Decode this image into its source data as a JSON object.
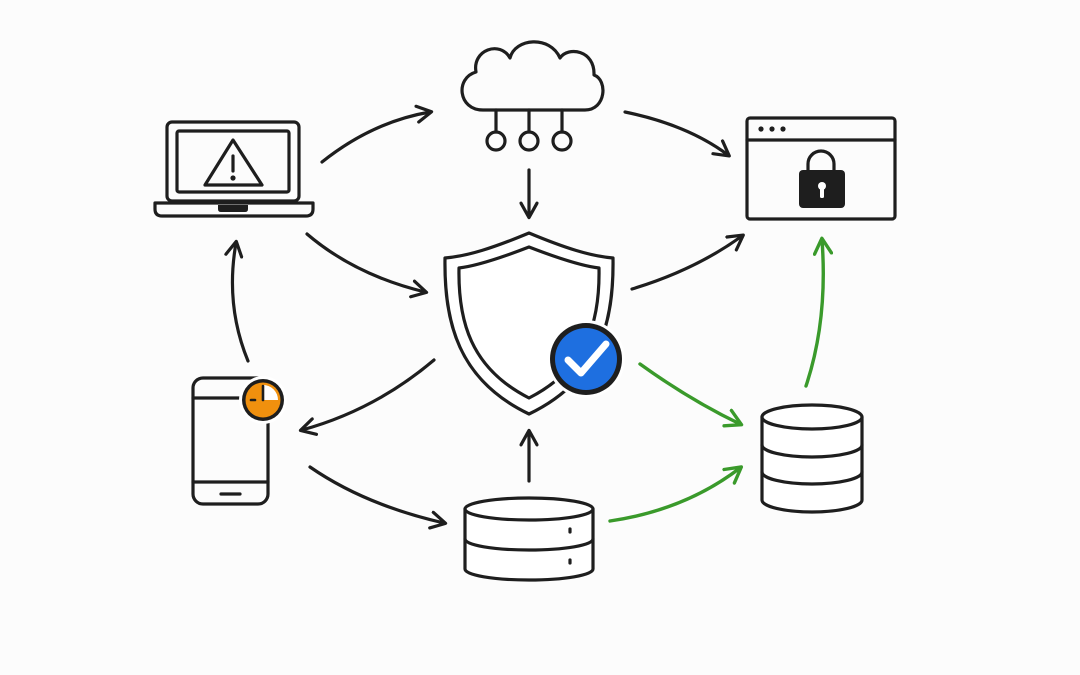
{
  "diagram": {
    "nodes": [
      {
        "id": "laptop",
        "icon": "laptop-warning-icon"
      },
      {
        "id": "cloud",
        "icon": "cloud-network-icon"
      },
      {
        "id": "browser",
        "icon": "browser-lock-icon"
      },
      {
        "id": "shield",
        "icon": "shield-check-icon"
      },
      {
        "id": "phone",
        "icon": "phone-clock-icon"
      },
      {
        "id": "database-bottom",
        "icon": "database-icon"
      },
      {
        "id": "database-right",
        "icon": "database-icon"
      }
    ],
    "edges": [
      {
        "from": "laptop",
        "to": "cloud",
        "color": "#1e1e1e"
      },
      {
        "from": "cloud",
        "to": "browser",
        "color": "#1e1e1e"
      },
      {
        "from": "cloud",
        "to": "shield",
        "color": "#1e1e1e"
      },
      {
        "from": "laptop",
        "to": "shield",
        "color": "#1e1e1e"
      },
      {
        "from": "shield",
        "to": "browser",
        "color": "#1e1e1e"
      },
      {
        "from": "shield",
        "to": "phone",
        "color": "#1e1e1e"
      },
      {
        "from": "phone",
        "to": "laptop",
        "color": "#1e1e1e"
      },
      {
        "from": "phone",
        "to": "database-bottom",
        "color": "#1e1e1e"
      },
      {
        "from": "database-bottom",
        "to": "shield",
        "color": "#1e1e1e"
      },
      {
        "from": "shield",
        "to": "database-right",
        "color": "#3a9a2b"
      },
      {
        "from": "database-bottom",
        "to": "database-right",
        "color": "#3a9a2b"
      },
      {
        "from": "database-right",
        "to": "browser",
        "color": "#3a9a2b"
      }
    ],
    "colors": {
      "ink": "#1e1e1e",
      "flow_green": "#3a9a2b",
      "check_blue": "#1e6fe0",
      "clock_orange": "#f0900e"
    }
  }
}
